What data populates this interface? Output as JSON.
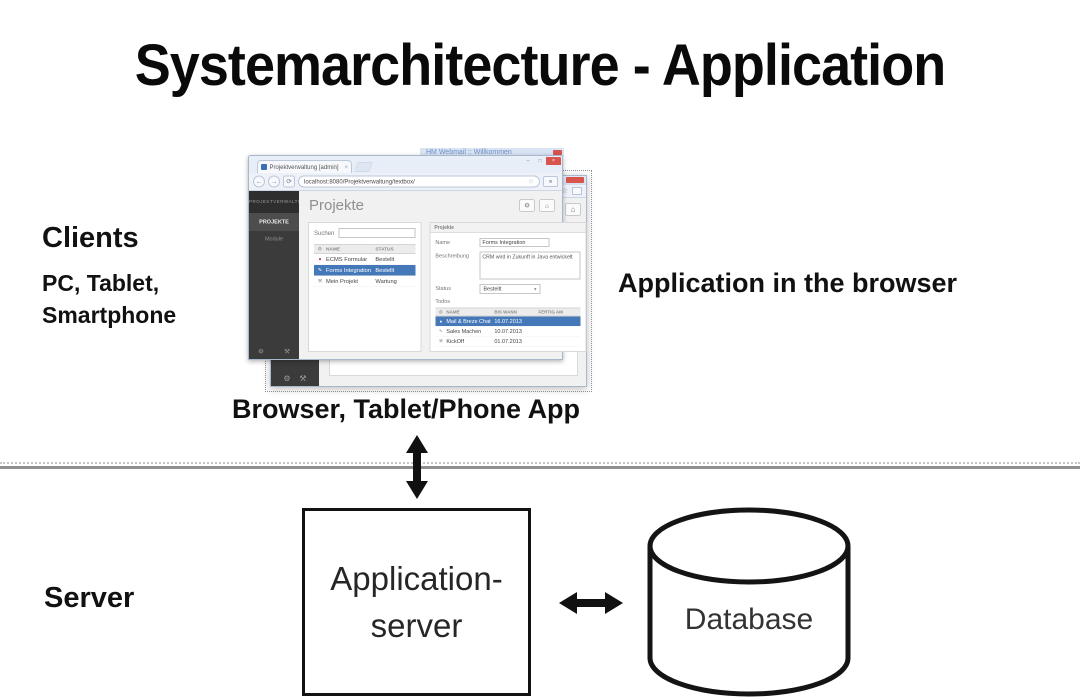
{
  "title": "Systemarchitecture - Application",
  "labels": {
    "clients_title": "Clients",
    "clients_sub1": "PC, Tablet,",
    "clients_sub2": "Smartphone",
    "app_browser": "Application in the browser",
    "browser_app": "Browser, Tablet/Phone App",
    "server": "Server"
  },
  "server_section": {
    "app_server_line1": "Application-",
    "app_server_line2": "server",
    "database_label": "Database"
  },
  "icons": {
    "gear": "⚙",
    "home": "⌂",
    "wrench": "⚒",
    "pencil": "✎",
    "dot": "●",
    "star": "☆",
    "menu": "≡",
    "back": "←",
    "forward": "→",
    "reload": "⟳",
    "close": "×",
    "caret": "▾",
    "minimize": "–",
    "maximize": "□"
  },
  "background_window": {
    "titlebar_text": "HM Webmail :: Willkommen"
  },
  "browser": {
    "tab_title": "Projektverwaltung [admin]",
    "url": "localhost:8080/Projektverwaltung/textbox/",
    "sidebar": {
      "brand": "PROJEKTVERWALTUNG",
      "items": [
        {
          "label": "PROJEKTE",
          "active": true
        },
        {
          "label": "Module",
          "active": false
        }
      ]
    },
    "header_title": "Projekte",
    "search_label": "Suchen",
    "search_value": "",
    "projects_table": {
      "columns": {
        "name": "NAME",
        "status": "STATUS"
      },
      "rows": [
        {
          "name": "ECMS Formular",
          "status": "Bestellt"
        },
        {
          "name": "Forms Integration",
          "status": "Bestellt"
        },
        {
          "name": "Mein Projekt",
          "status": "Wartung"
        }
      ]
    },
    "detail": {
      "panel_title": "Projekte",
      "name_label": "Name",
      "name_value": "Forms Integration",
      "desc_label": "Beschreibung",
      "desc_value": "CRM wird in Zukunft in Java entwickelt",
      "status_label": "Status",
      "status_value": "Bestellt",
      "todos_label": "Todos",
      "todos_table": {
        "columns": {
          "name": "NAME",
          "due": "BIS WANN",
          "done": "FERTIG AM"
        },
        "rows": [
          {
            "name": "Mail & Breze Chat",
            "due": "16.07.2013",
            "done": ""
          },
          {
            "name": "Sales Machen",
            "due": "10.07.2013",
            "done": ""
          },
          {
            "name": "KickOff",
            "due": "01.07.2013",
            "done": ""
          }
        ]
      }
    }
  }
}
